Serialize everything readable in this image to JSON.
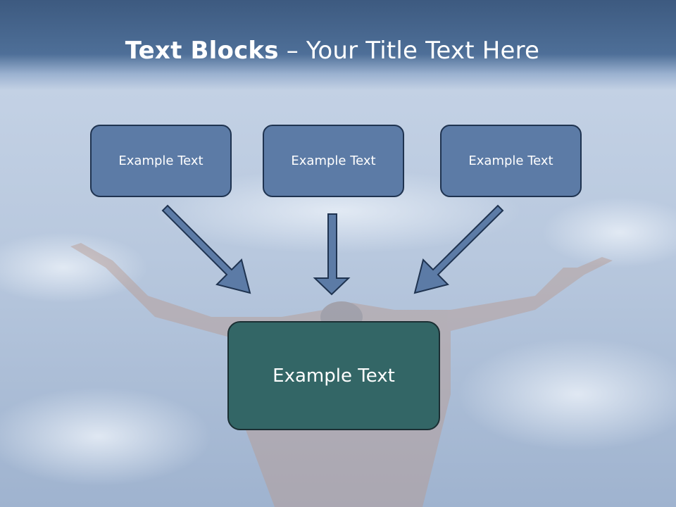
{
  "slide": {
    "title_bold": "Text Blocks",
    "title_sep": " – ",
    "title_rest": "Your Title Text Here"
  },
  "blocks": [
    {
      "label": "Example Text"
    },
    {
      "label": "Example Text"
    },
    {
      "label": "Example Text"
    }
  ],
  "target": {
    "label": "Example Text"
  },
  "colors": {
    "header": "#4e6f98",
    "block_fill": "#5c7ba6",
    "block_border": "#1f3350",
    "target_fill": "#336666",
    "arrow_fill": "#5c7ba6"
  }
}
